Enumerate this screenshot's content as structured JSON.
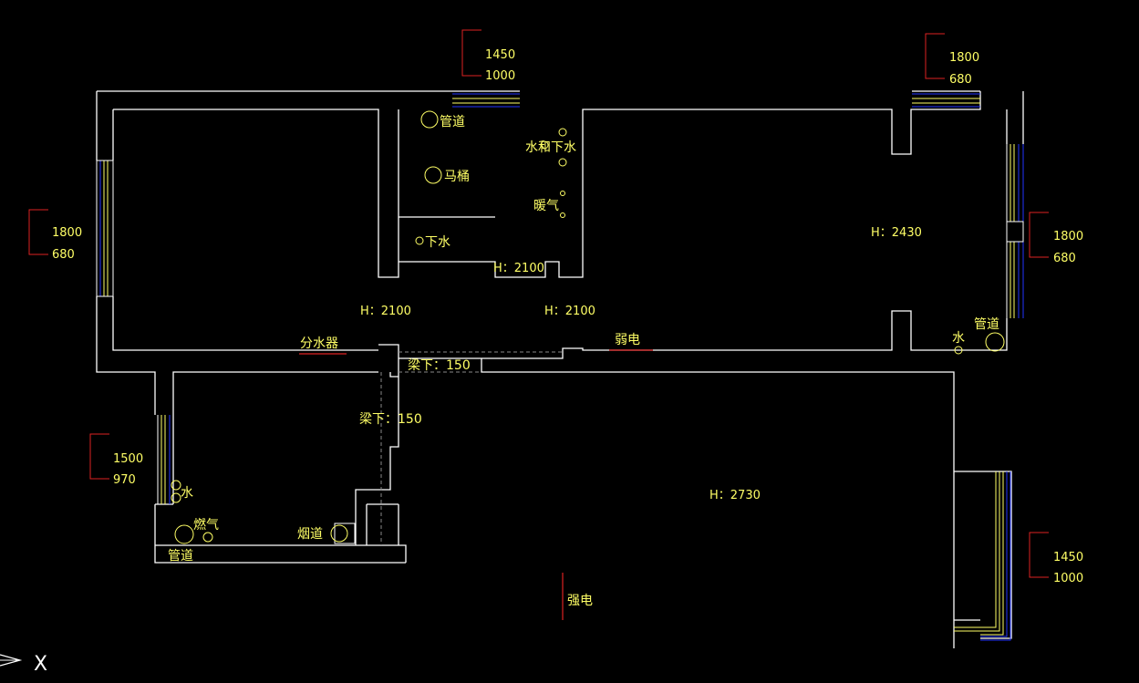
{
  "colors": {
    "background": "#000000",
    "wall": "#ffffff",
    "text": "#ffff66",
    "marker": "#dd2222",
    "window_outer": "#2233ff",
    "window_inner": "#ffff66",
    "dashed": "#888888"
  },
  "fixtures": {
    "pipe_top": "管道",
    "water_drain_pipes": "水和下水",
    "toilet": "马桶",
    "heating": "暖气",
    "floor_drain": "下水",
    "water_divider": "分水器",
    "weak_current": "弱电",
    "water_right": "水",
    "pipe_right": "管道",
    "kitchen_water": "水",
    "gas": "燃气",
    "kitchen_pipe": "管道",
    "chimney": "烟道",
    "strong_current": "强电"
  },
  "beams": {
    "beam_upper": "梁下：150",
    "beam_lower": "梁下：150"
  },
  "heights": {
    "bathroom": "H：2100",
    "left_room": "H：2100",
    "corridor": "H：2100",
    "right_room": "H：2430",
    "living_room": "H：2730"
  },
  "window_dims": {
    "top_center": {
      "width": "1450",
      "height": "1000"
    },
    "top_right": {
      "width": "1800",
      "height": "680"
    },
    "left": {
      "width": "1800",
      "height": "680"
    },
    "right_upper": {
      "width": "1800",
      "height": "680"
    },
    "kitchen_left": {
      "width": "1500",
      "height": "970"
    },
    "right_lower": {
      "width": "1450",
      "height": "1000"
    }
  },
  "ucs_icon": "X"
}
